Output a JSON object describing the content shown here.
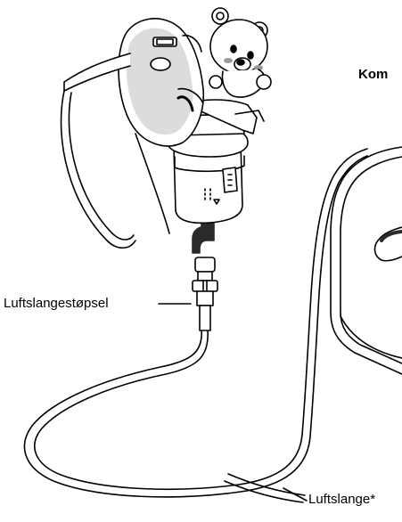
{
  "labels": {
    "compressor": "Kom",
    "air_tube_plug": "Luftslangestøpsel",
    "air_tube": "Luftslange*"
  },
  "colors": {
    "stroke": "#000000",
    "fill": "#ffffff",
    "shade": "#9a9a9a",
    "dark": "#2a2a2a"
  },
  "icons": [
    "mask-icon",
    "bear-icon",
    "nebulizer-icon",
    "arrow-up-icon",
    "tube-plug-icon",
    "air-tube-icon",
    "compressor-icon"
  ]
}
